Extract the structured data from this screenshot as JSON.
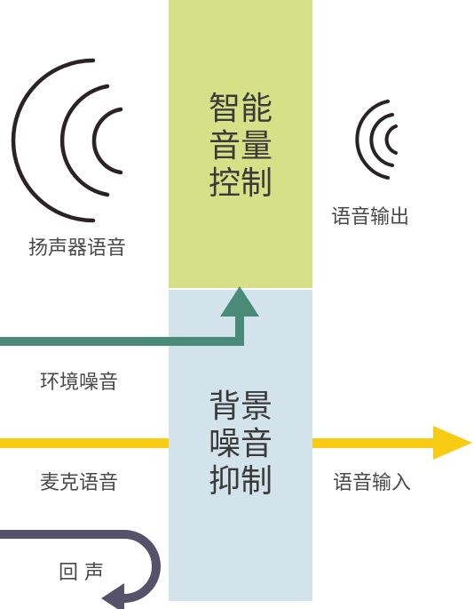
{
  "blocks": {
    "volume_control": {
      "lines": [
        "智能",
        "音量",
        "控制"
      ],
      "color": "#d6e187"
    },
    "noise_suppression": {
      "lines": [
        "背景",
        "噪音",
        "抑制"
      ],
      "color": "#d3e3ec"
    }
  },
  "labels": {
    "speaker_voice": "扬声器语音",
    "voice_output": "语音输出",
    "ambient_noise": "环境噪音",
    "mic_voice": "麦克语音",
    "voice_input": "语音输入",
    "echo": "回 声"
  },
  "colors": {
    "noise_arrow": "#4a8a78",
    "voice_arrow": "#f7cc13",
    "echo_arrow": "#56526b",
    "sound_wave": "#2b2226"
  },
  "icons": [
    "speaker-sound-wave-icon",
    "output-sound-wave-icon"
  ]
}
